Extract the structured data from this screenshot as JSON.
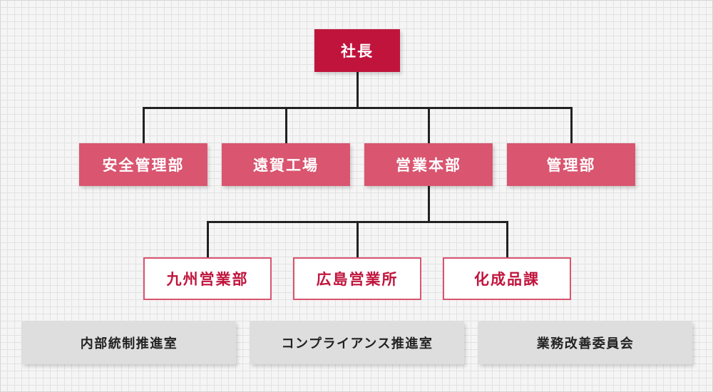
{
  "root": {
    "label": "社長"
  },
  "departments": [
    {
      "label": "安全管理部"
    },
    {
      "label": "遠賀工場"
    },
    {
      "label": "営業本部"
    },
    {
      "label": "管理部"
    }
  ],
  "sales_branches": [
    {
      "label": "九州営業部"
    },
    {
      "label": "広島営業所"
    },
    {
      "label": "化成品課"
    }
  ],
  "committees": [
    {
      "label": "内部統制推進室"
    },
    {
      "label": "コンプライアンス推進室"
    },
    {
      "label": "業務改善委員会"
    }
  ],
  "colors": {
    "root": "#c0143c",
    "department": "#d95570",
    "committee": "#dedede",
    "connector": "#222222"
  }
}
